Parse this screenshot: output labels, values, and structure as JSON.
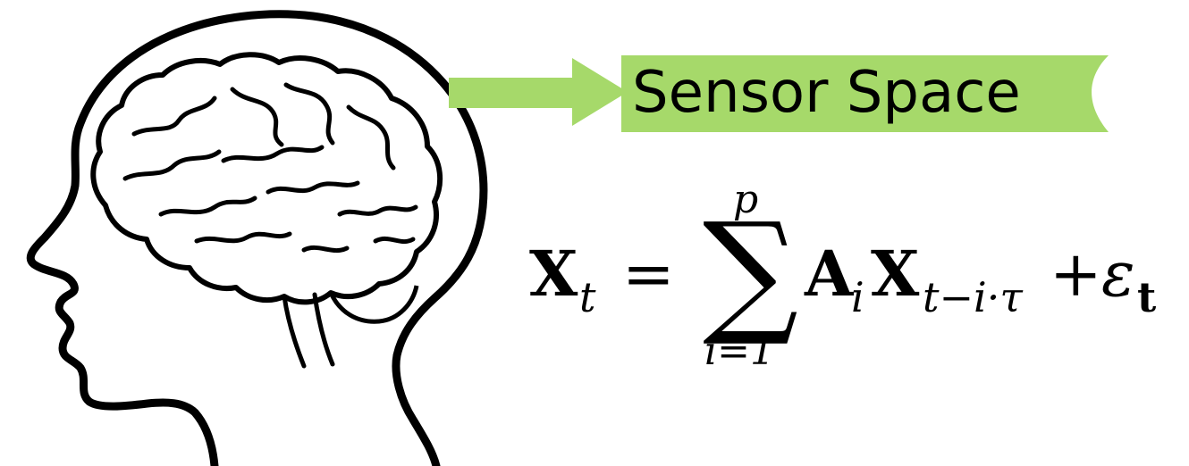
{
  "banner": {
    "label": "Sensor Space",
    "fill_color": "#a6d96a"
  },
  "arrow": {
    "fill_color": "#a6d96a"
  },
  "equation": {
    "lhs_symbol": "X",
    "lhs_subscript": "t",
    "equals": "=",
    "sum_symbol": "∑",
    "sum_upper": "p",
    "sum_lower": "i=1",
    "coef_symbol": "A",
    "coef_subscript": "i",
    "var_symbol": "X",
    "var_subscript": "t−i·τ",
    "plus": "+",
    "noise_symbol": "ε",
    "noise_subscript": "t"
  },
  "illustration": {
    "icon": "human-head-with-brain-icon",
    "stroke_color": "#000000"
  }
}
